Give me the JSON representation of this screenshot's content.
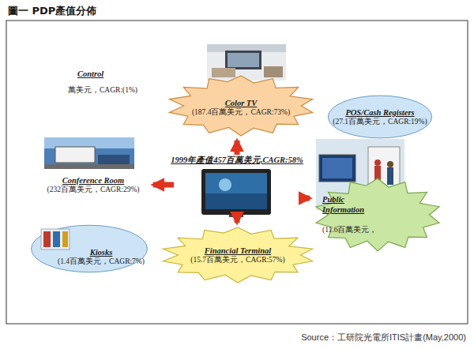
{
  "diagram": {
    "title": "圖一 PDP產值分佈",
    "caption": "Source：工研院光電所ITIS計畫(May,2000)",
    "nodes": [
      {
        "text": [
          "Color TV",
          "(187.4百萬美元，CAGR:73%)"
        ]
      },
      {
        "text": [
          "POS/Cash Registers",
          "(27.1百萬美元，CAGR:19%)"
        ]
      },
      {
        "text": [
          "Conference Room",
          "(232百萬美元，CAGR:29%)"
        ]
      },
      {
        "text": [
          "1999年產值457百萬美元,CAGR:58%"
        ]
      },
      {
        "text": [
          "Public Information",
          "(11.6百萬美元，"
        ]
      },
      {
        "text": [
          "Kiosks",
          "(1.4百萬美元，CAGR:7%)"
        ]
      },
      {
        "text": [
          "Financial Terminal",
          "(15.7百萬美元，CAGR:57%)"
        ]
      }
    ],
    "edges": [
      {
        "from": 3,
        "to": 0,
        "arrow": "to"
      },
      {
        "from": 3,
        "to": 2,
        "arrow": "to"
      },
      {
        "from": 3,
        "to": 4,
        "arrow": "to"
      },
      {
        "from": 3,
        "to": 6,
        "arrow": "to"
      }
    ],
    "labels": [
      "Control",
      "萬美元，CAGR:(1%)"
    ]
  }
}
